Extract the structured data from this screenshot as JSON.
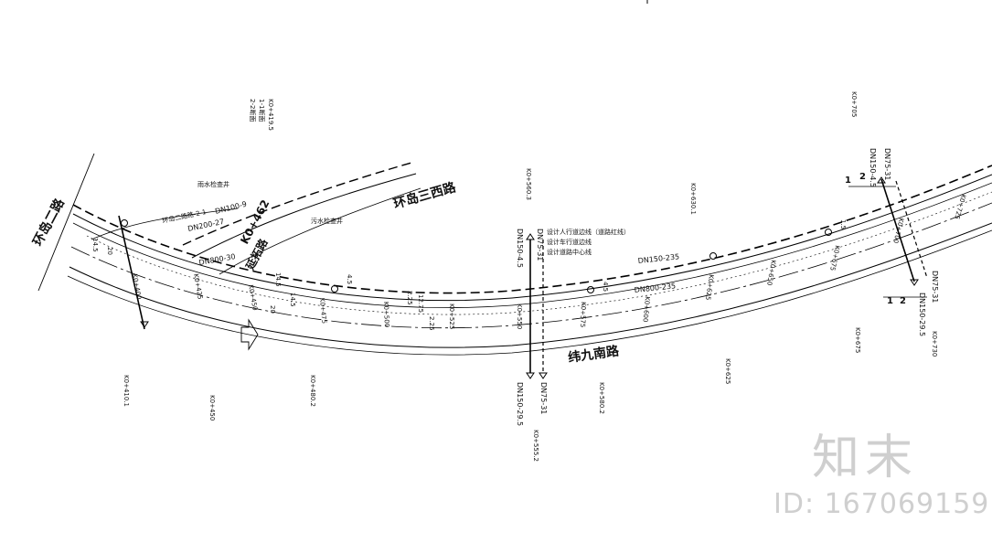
{
  "roads": {
    "huandao_er": "环岛二路",
    "huandao_sanxi": "环岛三西路",
    "wei_jiunan": "纬九南路",
    "yantuo": "延拓路"
  },
  "key_station": "K0+462",
  "pipes": {
    "dn800_30": "DN800-30",
    "dn800_235": "DN800-235",
    "dn150_235": "DN150-235",
    "dn200_27": "DN200-27",
    "dn100_9": "DN100-9",
    "dn150_45_a": "DN150-4.5",
    "dn75_31_a": "DN75-31",
    "dn150_295_a": "DN150-29.5",
    "dn75_31_b": "DN75-31",
    "dn150_45_b": "DN150-4.5",
    "dn75_31_c": "DN75-31",
    "dn150_295_b": "DN150-29.5",
    "dn75_31_d": "DN75-31"
  },
  "legend": [
    "设计人行道边线（道路红线）",
    "设计车行道边线",
    "设计道路中心线"
  ],
  "stations": [
    "K0+400",
    "K0+425",
    "K0+450",
    "K0+475",
    "K0+500",
    "K0+525",
    "K0+550",
    "K0+575",
    "K0+600",
    "K0+625",
    "K0+650",
    "K0+675",
    "K0+700",
    "K0+725"
  ],
  "callouts": {
    "top_left": [
      "K0+419.5",
      "1-1断面",
      "2-2断面"
    ],
    "top_mid": "K0+560.3",
    "top_mid2": "K0+630.1",
    "top_right": "K0+705",
    "bot_left1": "K0+410.1",
    "bot_left2": "K0+450",
    "bot_left3": "K0+480.2",
    "bot_mid": "K0+555.2",
    "bot_mid2": "K0+580.2",
    "bot_right1": "K0+625",
    "bot_right2": "K0+675",
    "bot_right3": "K0+730"
  },
  "dims": [
    "14.5",
    "20",
    "14.5",
    "4.5",
    "2.25",
    "12.75",
    "2.25",
    "4.5",
    "1.5",
    "14.5",
    "20"
  ],
  "section_marks": [
    "1",
    "2",
    "1",
    "2"
  ],
  "notes": [
    "雨水检查井",
    "污水检查井",
    "环岛二路路-2-1"
  ],
  "watermark": {
    "logo": "知末",
    "id": "ID: 167069159"
  }
}
